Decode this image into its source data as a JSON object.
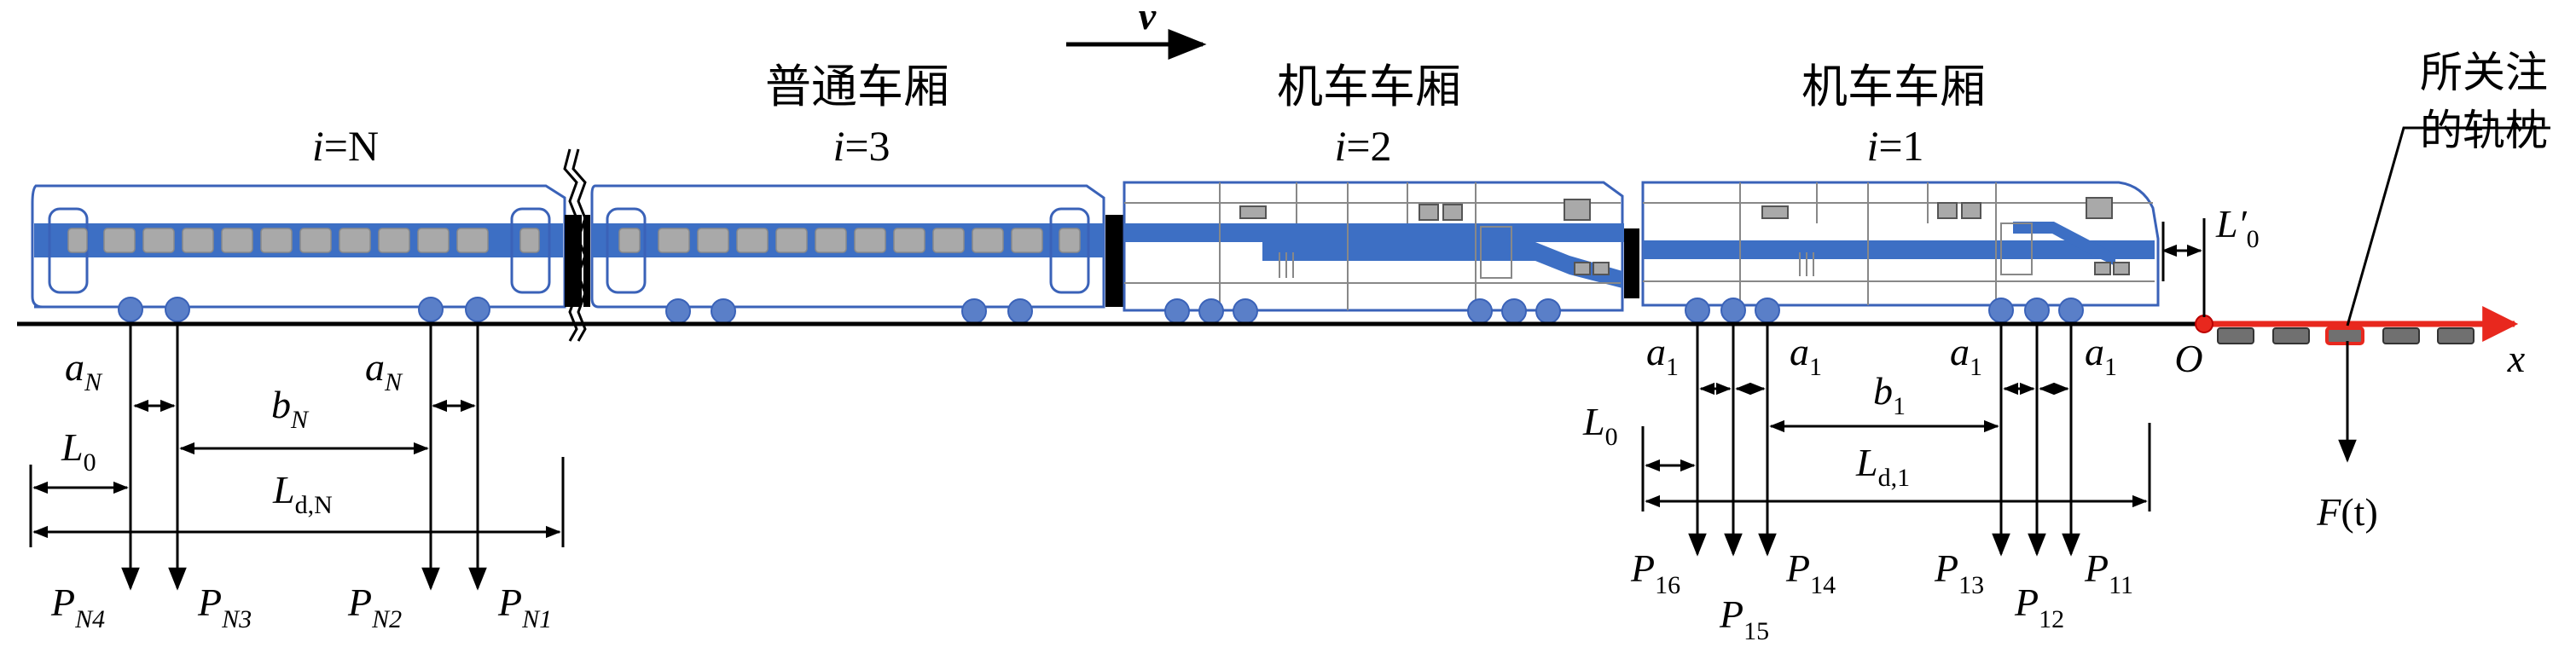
{
  "velocity": {
    "symbol": "v"
  },
  "cars": [
    {
      "id": "car-N",
      "type_label": "",
      "index_label_i": "i",
      "index_label_eq": "=N"
    },
    {
      "id": "car-3",
      "type_label": "普通车厢",
      "index_label_i": "i",
      "index_label_eq": "=3"
    },
    {
      "id": "car-2",
      "type_label": "机车车厢",
      "index_label_i": "i",
      "index_label_eq": "=2"
    },
    {
      "id": "car-1",
      "type_label": "机车车厢",
      "index_label_i": "i",
      "index_label_eq": "=1"
    }
  ],
  "sleeper_label": {
    "line1": "所关注",
    "line2": "的轨枕"
  },
  "origin": {
    "symbol": "O"
  },
  "x_axis": {
    "symbol": "x"
  },
  "force": {
    "label": "F(t)",
    "f": "F",
    "t": "(t)"
  },
  "offset_prime": {
    "main": "L′",
    "sub": "0"
  },
  "left_dims": {
    "aN_left": {
      "main": "a",
      "sub": "N"
    },
    "aN_right": {
      "main": "a",
      "sub": "N"
    },
    "bN": {
      "main": "b",
      "sub": "N"
    },
    "L0": {
      "main": "L",
      "sub": "0"
    },
    "LdN": {
      "main": "L",
      "sub": "d,N"
    }
  },
  "right_dims": {
    "a1_1": {
      "main": "a",
      "sub": "1"
    },
    "a1_2": {
      "main": "a",
      "sub": "1"
    },
    "a1_3": {
      "main": "a",
      "sub": "1"
    },
    "a1_4": {
      "main": "a",
      "sub": "1"
    },
    "b1": {
      "main": "b",
      "sub": "1"
    },
    "L0": {
      "main": "L",
      "sub": "0"
    },
    "Ld1": {
      "main": "L",
      "sub": "d,1"
    }
  },
  "loads_N": [
    {
      "main": "P",
      "sub": "N4"
    },
    {
      "main": "P",
      "sub": "N3"
    },
    {
      "main": "P",
      "sub": "N2"
    },
    {
      "main": "P",
      "sub": "N1"
    }
  ],
  "loads_1": [
    {
      "main": "P",
      "sub": "16"
    },
    {
      "main": "P",
      "sub": "15"
    },
    {
      "main": "P",
      "sub": "14"
    },
    {
      "main": "P",
      "sub": "13"
    },
    {
      "main": "P",
      "sub": "12"
    },
    {
      "main": "P",
      "sub": "11"
    }
  ],
  "colors": {
    "car_outline": "#3a62b8",
    "stripe": "#3d6fc4",
    "window": "#a9a9a9",
    "wheel": "#5a7fc8",
    "axis_red": "#e8281e",
    "sleeper": "#707070",
    "ink": "#000000"
  }
}
